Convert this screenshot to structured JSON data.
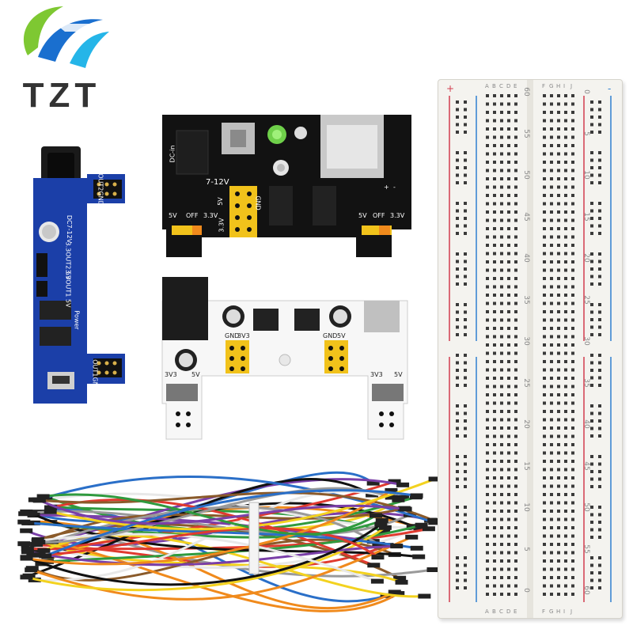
{
  "logo": {
    "text": "TZT",
    "colors": {
      "green": "#7ec832",
      "blue": "#1a6fcf",
      "cyan": "#25b5e8"
    }
  },
  "board_black": {
    "labels": {
      "dc_in": "DC-in",
      "voltage": "7-12V",
      "v5": "5V",
      "off": "OFF",
      "v33": "3.3V",
      "gnd": "GND",
      "v5b": "5V",
      "offb": "OFF",
      "v33b": "3.3V",
      "v5_vert": "5V",
      "v33_vert": "3.3V",
      "plus": "+",
      "minus": "-"
    }
  },
  "board_blue": {
    "labels": {
      "out2": "OUT2GND",
      "dc": "DC7-12V",
      "sel1": "3.3OUT2 5V",
      "sel2": "3.3OUT1 5V",
      "power": "Power",
      "out1": "OUT1GND"
    }
  },
  "board_white": {
    "labels": {
      "gnd_l": "GND",
      "v3_l": "3V3",
      "gnd_r": "GND",
      "v5_r": "5V",
      "v3_bl": "3V3",
      "v5_bl": "5V",
      "v3_br": "3V3",
      "v5_br": "5V"
    }
  },
  "breadboard": {
    "left_letters": [
      "A",
      "B",
      "C",
      "D",
      "E"
    ],
    "right_letters": [
      "F",
      "G",
      "H",
      "I",
      "J"
    ],
    "row_numbers_left": [
      "60",
      "55",
      "50",
      "45",
      "40",
      "35",
      "30",
      "25",
      "20",
      "15",
      "10",
      "5",
      "0"
    ],
    "row_numbers_right": [
      "0",
      "5",
      "10",
      "15",
      "20",
      "25",
      "30",
      "35",
      "40",
      "45",
      "50",
      "55",
      "60"
    ],
    "rail_colors": {
      "red": "#d23d4f",
      "blue": "#2f7fd1"
    },
    "plus": "+",
    "minus": "-"
  },
  "jumper_wire_colors": [
    "#e03a2f",
    "#f08a1c",
    "#f3d21f",
    "#2f9a3e",
    "#2a6fc8",
    "#7a3fa8",
    "#111111",
    "#ffffff",
    "#8a5a2a",
    "#9a9a9a"
  ]
}
